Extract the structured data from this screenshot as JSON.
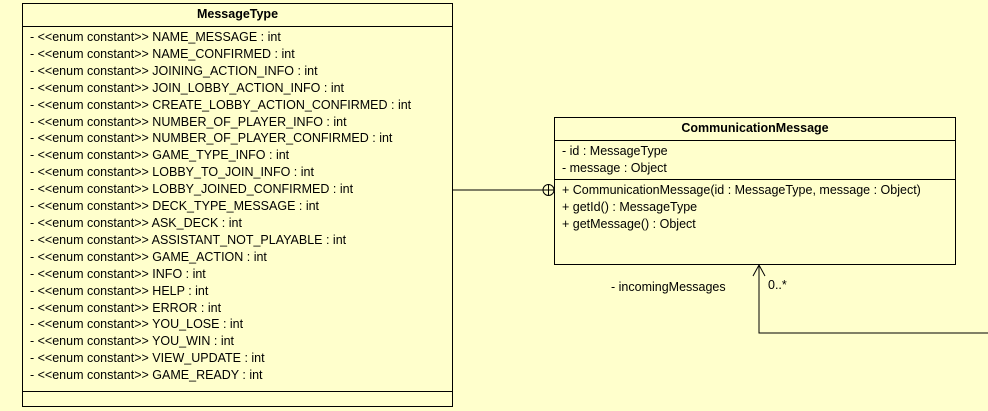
{
  "message_type": {
    "title": "MessageType",
    "attributes": [
      "- <<enum constant>> NAME_MESSAGE : int",
      "- <<enum constant>> NAME_CONFIRMED : int",
      "- <<enum constant>> JOINING_ACTION_INFO : int",
      "- <<enum constant>> JOIN_LOBBY_ACTION_INFO : int",
      "- <<enum constant>> CREATE_LOBBY_ACTION_CONFIRMED : int",
      "- <<enum constant>> NUMBER_OF_PLAYER_INFO : int",
      "- <<enum constant>> NUMBER_OF_PLAYER_CONFIRMED : int",
      "- <<enum constant>> GAME_TYPE_INFO : int",
      "- <<enum constant>> LOBBY_TO_JOIN_INFO : int",
      "- <<enum constant>> LOBBY_JOINED_CONFIRMED : int",
      "- <<enum constant>> DECK_TYPE_MESSAGE : int",
      "- <<enum constant>> ASK_DECK : int",
      "- <<enum constant>> ASSISTANT_NOT_PLAYABLE : int",
      "- <<enum constant>> GAME_ACTION : int",
      "- <<enum constant>> INFO : int",
      "- <<enum constant>> HELP : int",
      "- <<enum constant>> ERROR : int",
      "- <<enum constant>> YOU_LOSE : int",
      "- <<enum constant>> YOU_WIN : int",
      "- <<enum constant>> VIEW_UPDATE : int",
      "- <<enum constant>> GAME_READY : int"
    ]
  },
  "communication_message": {
    "title": "CommunicationMessage",
    "attributes": [
      "- id : MessageType",
      "- message : Object"
    ],
    "operations": [
      "+ CommunicationMessage(id : MessageType, message : Object)",
      "+ getId() : MessageType",
      "+ getMessage() : Object"
    ]
  },
  "association": {
    "role": "- incomingMessages",
    "multiplicity": "0..*"
  },
  "colors": {
    "background": "#ffffcc",
    "line": "#000000"
  }
}
